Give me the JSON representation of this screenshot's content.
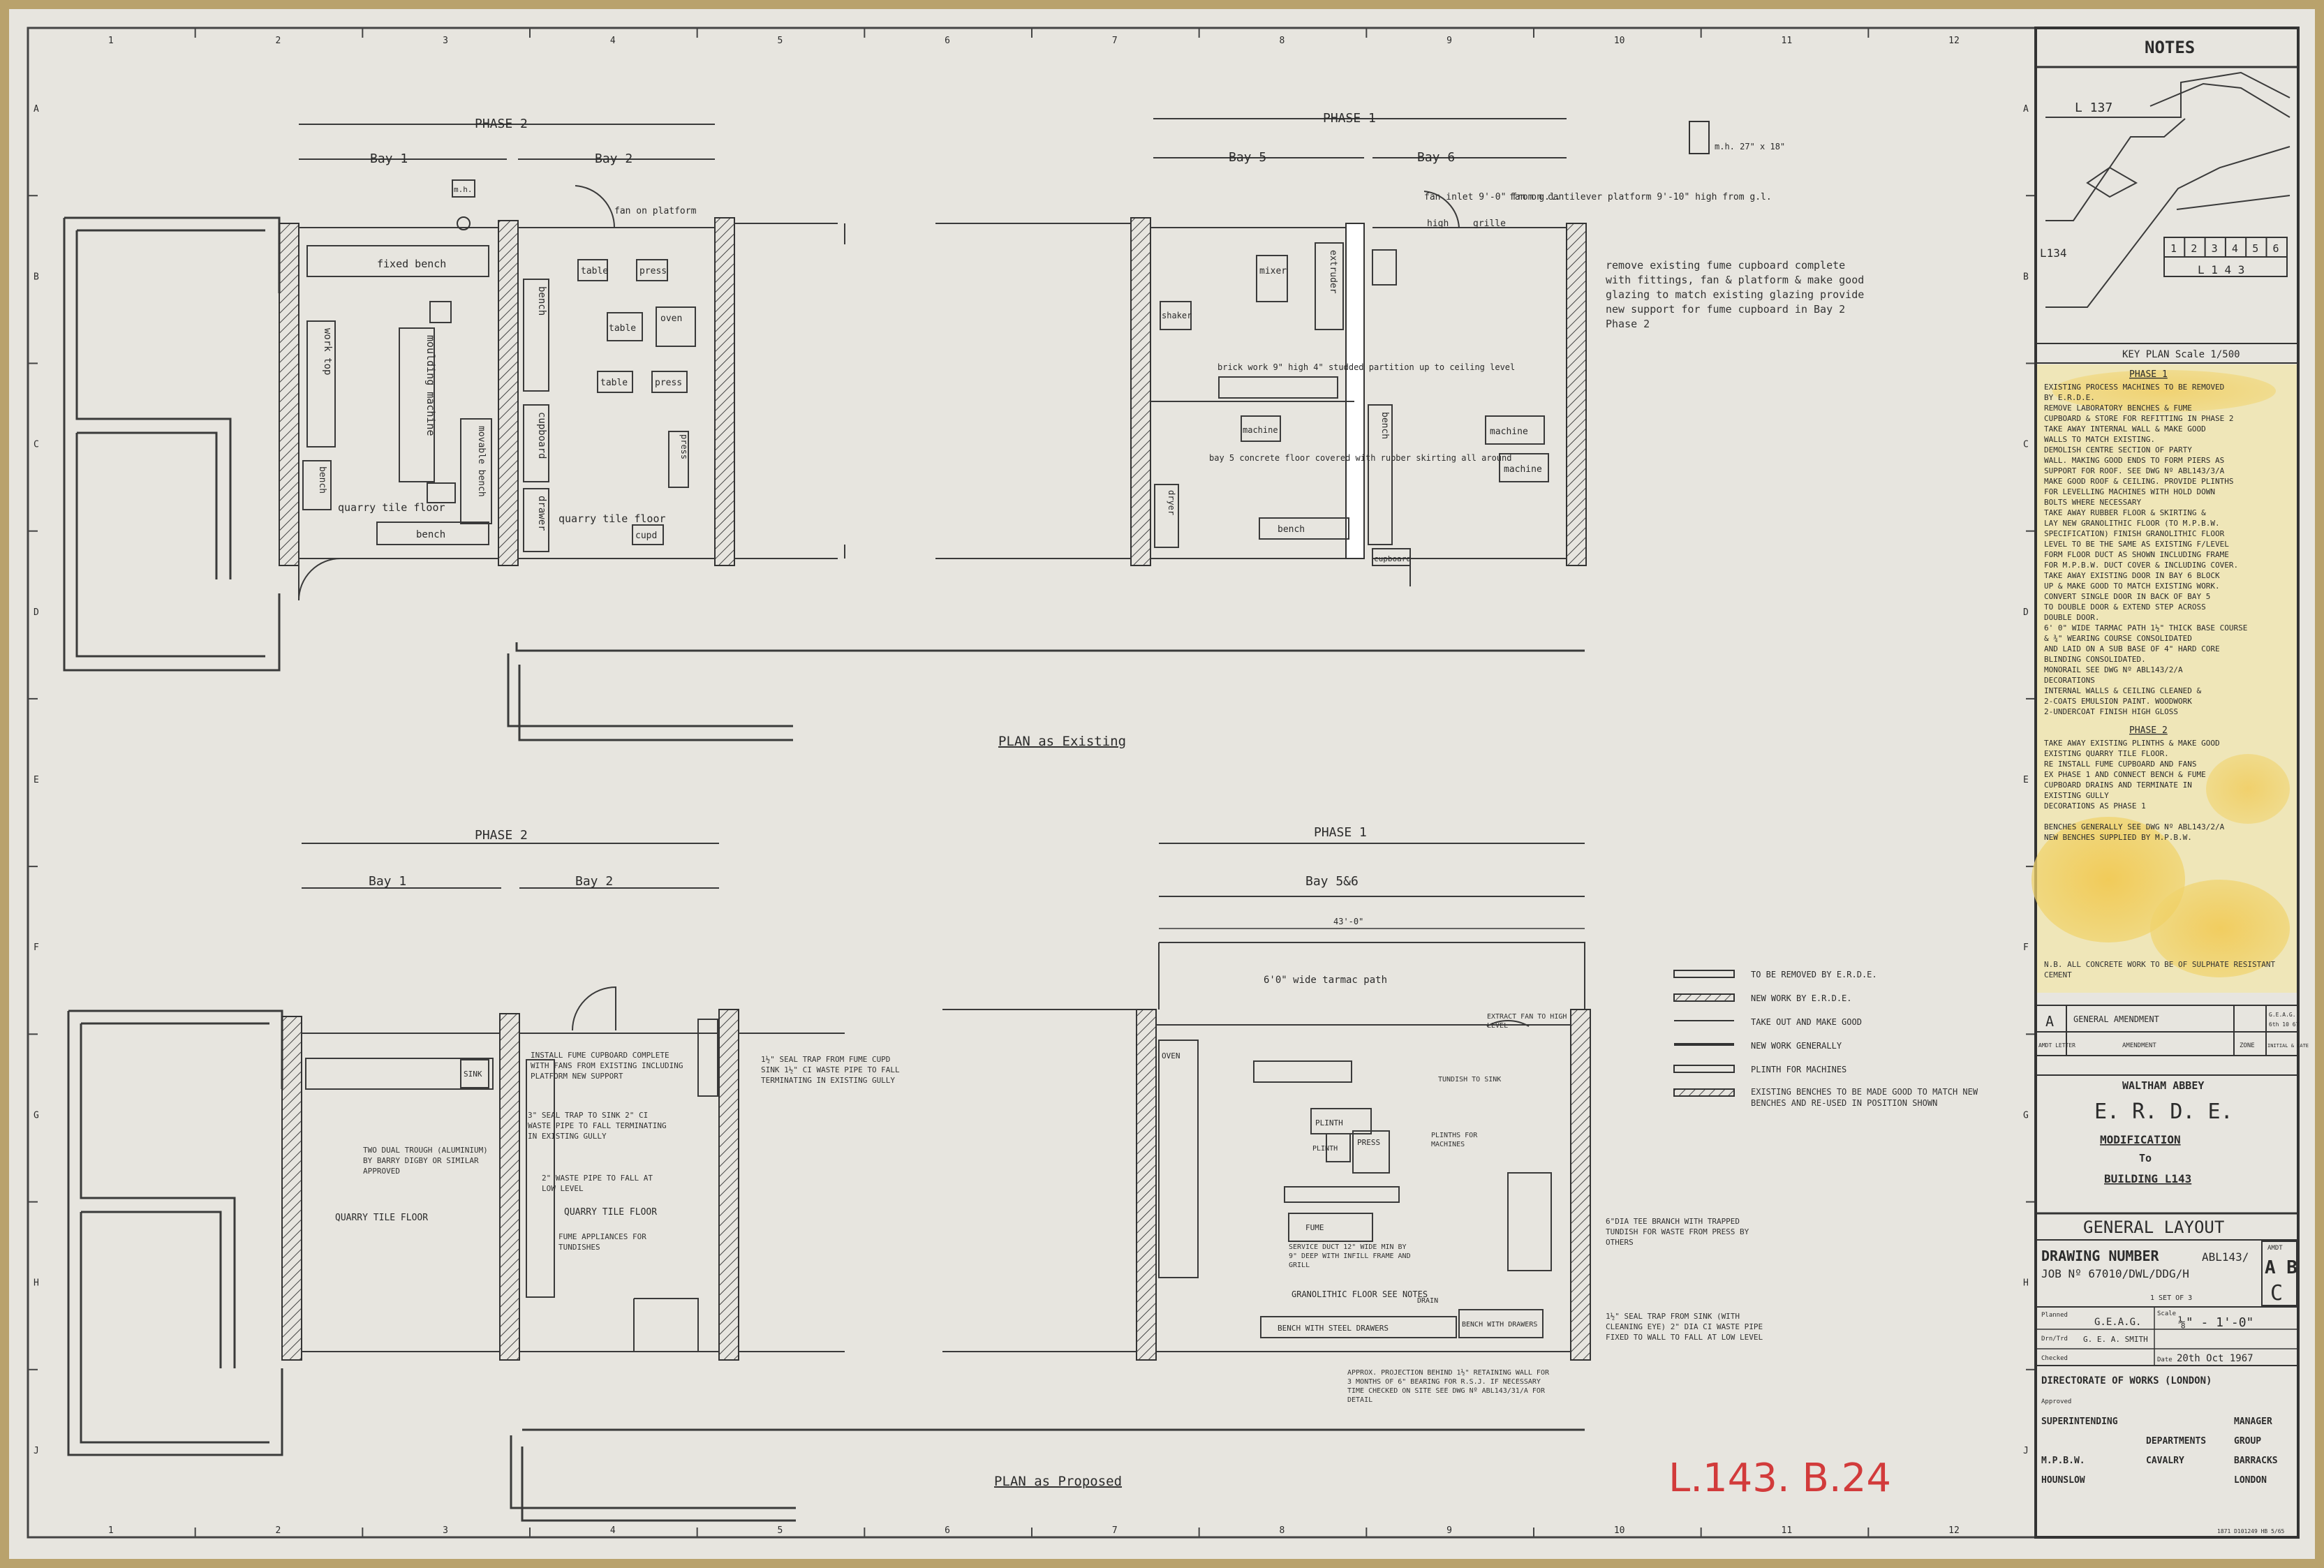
{
  "grid": {
    "columns": [
      "1",
      "2",
      "3",
      "4",
      "5",
      "6",
      "7",
      "8",
      "9",
      "10",
      "11",
      "12"
    ],
    "rows": [
      "A",
      "B",
      "C",
      "D",
      "E",
      "F",
      "G",
      "H",
      "J"
    ]
  },
  "existing_plan": {
    "title": "PLAN  as  Existing",
    "phase2": "PHASE 2",
    "phase1": "PHASE 1",
    "bays": [
      "Bay 1",
      "Bay 2",
      "Bay 5",
      "Bay 6"
    ],
    "labels": {
      "fixed_bench": "fixed bench",
      "moulding_machine": "moulding machine",
      "work_top": "work top",
      "bench_a": "bench",
      "movable_bench": "movable bench",
      "quarry_floor_1": "quarry tile floor",
      "bench_bottom": "bench",
      "table1": "table",
      "table2": "table",
      "table3": "table",
      "oven": "oven",
      "press1": "press",
      "press2": "press",
      "press3": "press",
      "cupboard": "cupboard",
      "bench_vertical": "bench",
      "drawer": "drawer",
      "quarry_floor_2": "quarry tile floor",
      "cupd": "cupd",
      "fan_platform": "fan on platform",
      "mixer": "mixer",
      "extruder": "extruder",
      "shaker": "shaker",
      "machine1": "machine",
      "machine2": "machine",
      "machine3": "machine",
      "brick_partition": "brick work 9\" high 4\" studded partition up to ceiling level",
      "bay_concrete": "bay 5 concrete floor covered with rubber skirting all around",
      "bench_5": "bench",
      "dryer": "dryer",
      "bench_6": "bench",
      "cupboard_6": "cupboard",
      "grille": "grille",
      "high": "high",
      "mh": "m.h.",
      "mh_size": "m.h. 27\" x 18\"",
      "fan_inlet": "fan inlet 9'-0\" from g.l.",
      "fan_cantilever": "fan on cantilever platform 9'-10\" high from g.l.",
      "remove_fume": "remove existing fume cupboard complete with fittings, fan & platform & make good glazing to match existing glazing provide new support for fume cupboard in Bay 2  Phase 2"
    }
  },
  "proposed_plan": {
    "title": "PLAN  as  Proposed",
    "phase2": "PHASE 2",
    "phase1": "PHASE 1",
    "bays": [
      "Bay 1",
      "Bay 2",
      "Bay 5&6"
    ],
    "labels": {
      "tarmac": "6'0\" wide tarmac path",
      "quarry_1": "QUARRY TILE FLOOR",
      "quarry_2": "QUARRY TILE FLOOR",
      "granolithic": "GRANOLITHIC FLOOR SEE NOTES",
      "sink": "SINK",
      "fume": "FUME",
      "plinth1": "PLINTH",
      "plinth2": "PLINTH",
      "press": "PRESS",
      "oven": "OVEN",
      "bench_steel": "BENCH WITH STEEL DRAWERS",
      "bench_drawers": "BENCH WITH DRAWERS",
      "install_fume": "INSTALL FUME CUPBOARD COMPLETE WITH FANS FROM EXISTING INCLUDING PLATFORM NEW SUPPORT",
      "seal_trap_1": "1½\" SEAL TRAP FROM FUME CUPD SINK 1½\" CI WASTE PIPE TO FALL TERMINATING IN EXISTING GULLY",
      "dual_trough": "TWO DUAL TROUGH (ALUMINIUM) BY BARRY DIGBY OR SIMILAR APPROVED",
      "seal_trap_sink": "3\" SEAL TRAP TO SINK 2\" CI WASTE PIPE TO FALL TERMINATING IN EXISTING GULLY",
      "waste_low": "2\" WASTE PIPE TO FALL AT LOW LEVEL",
      "fume_apps": "FUME APPLIANCES FOR TUNDISHES",
      "trough_bench": "6\"DIA TEE BRANCH WITH TRAPPED TUNDISH FOR WASTE FROM PRESS BY OTHERS",
      "seal_trap_3": "1½\" SEAL TRAP FROM SINK (WITH CLEANING EYE) 2\" DIA CI WASTE PIPE FIXED TO WALL TO FALL AT LOW LEVEL",
      "approx_projection": "APPROX. PROJECTION BEHIND 1½\" RETAINING WALL FOR 3 MONTHS OF 6\" BEARING FOR R.S.J. IF NECESSARY TIME CHECKED ON SITE SEE DWG Nº ABL143/31/A FOR DETAIL",
      "service_duct": "SERVICE DUCT 12\" WIDE MIN BY 9\" DEEP WITH INFILL FRAME AND GRILL",
      "extract_fan": "EXTRACT FAN TO HIGH LEVEL",
      "tundish": "TUNDISH TO SINK",
      "plinths_note": "PLINTHS FOR MACHINES",
      "drain": "DRAIN",
      "dim_top": "43'-0\""
    }
  },
  "legend": [
    "TO BE REMOVED BY E.R.D.E.",
    "NEW WORK BY E.R.D.E.",
    "TAKE OUT AND MAKE GOOD",
    "NEW WORK GENERALLY",
    "PLINTH FOR MACHINES",
    "EXISTING BENCHES TO BE MADE GOOD TO MATCH NEW BENCHES AND RE-USED IN POSITION SHOWN"
  ],
  "title_block": {
    "notes_heading": "NOTES",
    "key_plan_labels": [
      "L 137",
      "L134"
    ],
    "key_plan_bays": [
      "1",
      "2",
      "3",
      "4",
      "5",
      "6"
    ],
    "key_plan_building": "L 1 4 3",
    "key_plan_caption": "KEY PLAN  Scale 1/500",
    "phase1_heading": "PHASE 1",
    "phase1_notes": [
      "EXISTING PROCESS MACHINES TO BE REMOVED",
      "BY E.R.D.E.",
      "REMOVE LABORATORY BENCHES & FUME",
      "CUPBOARD & STORE FOR REFITTING IN PHASE 2",
      "TAKE AWAY INTERNAL WALL & MAKE GOOD",
      "WALLS TO MATCH EXISTING.",
      "DEMOLISH CENTRE SECTION OF PARTY",
      "WALL. MAKING GOOD ENDS TO FORM PIERS AS",
      "SUPPORT FOR ROOF. SEE DWG Nº ABL143/3/A",
      "MAKE GOOD ROOF & CEILING. PROVIDE PLINTHS",
      "FOR LEVELLING MACHINES WITH HOLD DOWN",
      "BOLTS WHERE NECESSARY",
      "TAKE AWAY RUBBER FLOOR & SKIRTING &",
      "LAY NEW GRANOLITHIC FLOOR (TO M.P.B.W.",
      "SPECIFICATION) FINISH GRANOLITHIC FLOOR",
      "LEVEL TO BE THE SAME AS EXISTING F/LEVEL",
      "FORM FLOOR DUCT AS SHOWN INCLUDING FRAME",
      "FOR M.P.B.W. DUCT COVER & INCLUDING COVER.",
      "TAKE AWAY EXISTING DOOR IN BAY 6 BLOCK",
      "UP & MAKE GOOD TO MATCH EXISTING WORK.",
      "CONVERT SINGLE DOOR IN BACK OF BAY 5",
      "TO DOUBLE DOOR & EXTEND STEP ACROSS",
      "DOUBLE DOOR.",
      "6' 0\" WIDE TARMAC PATH 1½\" THICK BASE COURSE",
      "& ¾\" WEARING COURSE CONSOLIDATED",
      "AND LAID ON A SUB BASE OF 4\" HARD CORE",
      "BLINDING CONSOLIDATED.",
      "MONORAIL  SEE DWG Nº ABL143/2/A",
      "DECORATIONS",
      "INTERNAL WALLS & CEILING CLEANED &",
      "2-COATS EMULSION PAINT. WOODWORK",
      "2-UNDERCOAT FINISH HIGH GLOSS"
    ],
    "phase2_heading": "PHASE 2",
    "phase2_notes": [
      "TAKE AWAY EXISTING PLINTHS & MAKE GOOD",
      "EXISTING QUARRY TILE FLOOR.",
      "RE INSTALL FUME CUPBOARD AND FANS",
      "EX PHASE 1 AND CONNECT BENCH & FUME",
      "CUPBOARD DRAINS AND TERMINATE IN",
      "EXISTING GULLY",
      "DECORATIONS  AS PHASE 1",
      "",
      "BENCHES GENERALLY SEE DWG Nº ABL143/2/A",
      "NEW BENCHES SUPPLIED BY M.P.B.W."
    ],
    "sulphate_note": "N.B. ALL CONCRETE WORK TO BE OF SULPHATE RESISTANT CEMENT",
    "amendment": {
      "letter": "A",
      "text": "GENERAL AMENDMENT",
      "initials": "G.E.A.G.",
      "date": "6th 10 67",
      "headers": [
        "AMDT LETTER",
        "AMENDMENT",
        "ZONE",
        "INITIAL & DATE"
      ]
    },
    "location": "WALTHAM ABBEY",
    "org": "E. R. D. E.",
    "subject": "MODIFICATION",
    "to": "To",
    "building": "BUILDING  L143",
    "layout": "GENERAL LAYOUT",
    "drawing_number_label": "DRAWING NUMBER",
    "drawing_number": "ABL143/",
    "amdt_label": "AMDT",
    "amdt_letters": "A B",
    "amdt_c": "C",
    "job_no": "JOB Nº 67010/DWL/DDG/H",
    "set_of": "1 SET OF 3",
    "planned_label": "Planned",
    "planned_by": "G.E.A.G.",
    "drn_label": "Drn/Trd",
    "drn_by": "G. E. A. SMITH",
    "checked_label": "Checked",
    "scale_label": "Scale",
    "scale": "⅛\" - 1'-0\"",
    "date_label": "Date",
    "date": "20th Oct 1967",
    "directorate": "DIRECTORATE OF WORKS (LONDON)",
    "approved": "Approved",
    "sup_left": [
      "SUPERINTENDING",
      "",
      "M.P.B.W.",
      "HOUNSLOW"
    ],
    "sup_mid": [
      "",
      "DEPARTMENTS",
      "CAVALRY",
      ""
    ],
    "sup_right": [
      "MANAGER",
      "GROUP",
      "BARRACKS",
      "LONDON"
    ],
    "print_code": "1871 D101249 HB 5/65"
  },
  "stamp": "L.143. B.24"
}
